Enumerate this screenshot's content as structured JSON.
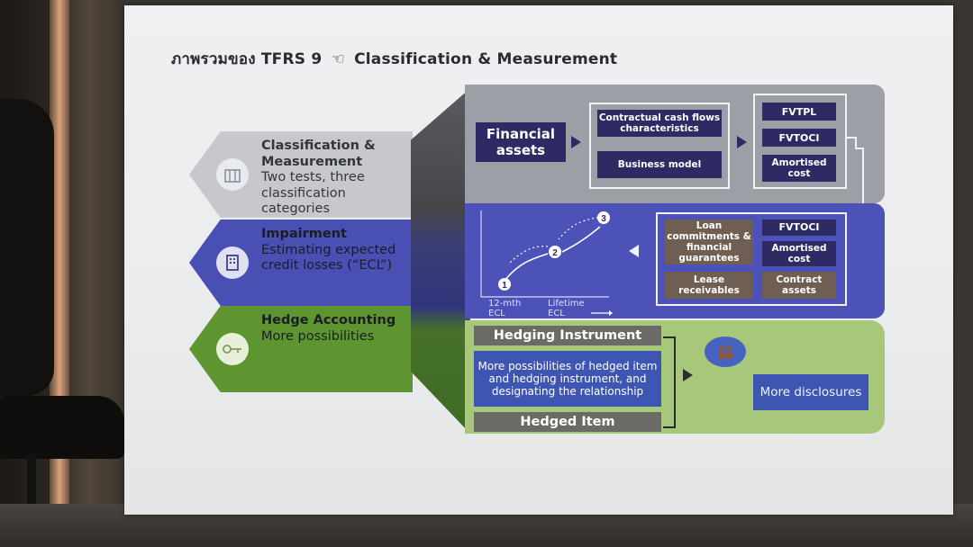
{
  "title": {
    "thai": "ภาพรวมของ TFRS 9",
    "hand_symbol": "☜",
    "english": "Classification & Measurement"
  },
  "sections": {
    "classification": {
      "heading": "Classification & Measurement",
      "text": "Two tests, three classification categories",
      "icon": "building-icon"
    },
    "impairment": {
      "heading": "Impairment",
      "text": "Estimating expected credit losses (“ECL”)",
      "icon": "office-icon"
    },
    "hedge": {
      "heading": "Hedge Accounting",
      "text": "More possibilities",
      "icon": "key-icon"
    }
  },
  "classification_panel": {
    "financial_assets": "Financial assets",
    "test1": "Contractual cash flows characteristics",
    "test2": "Business model",
    "results": [
      "FVTPL",
      "FVTOCI",
      "Amortised cost"
    ]
  },
  "impairment_panel": {
    "stages": [
      "1",
      "2",
      "3"
    ],
    "x_labels": [
      "12-mth ECL",
      "Lifetime ECL"
    ],
    "scope_left": [
      "Loan commitments & financial guarantees",
      "Lease receivables"
    ],
    "scope_right": [
      "FVTOCI",
      "Amortised cost",
      "Contract assets"
    ]
  },
  "hedge_panel": {
    "instrument": "Hedging Instrument",
    "middle": "More possibilities of hedged item and hedging instrument, and designating the relationship",
    "item": "Hedged Item",
    "disclosures": "More disclosures"
  },
  "colors": {
    "grey_section": "#c7c8cc",
    "blue_section": "#4a50b3",
    "green_section": "#5f9531",
    "navy_box": "#2e2a63",
    "brown_box": "#6f5f52"
  }
}
